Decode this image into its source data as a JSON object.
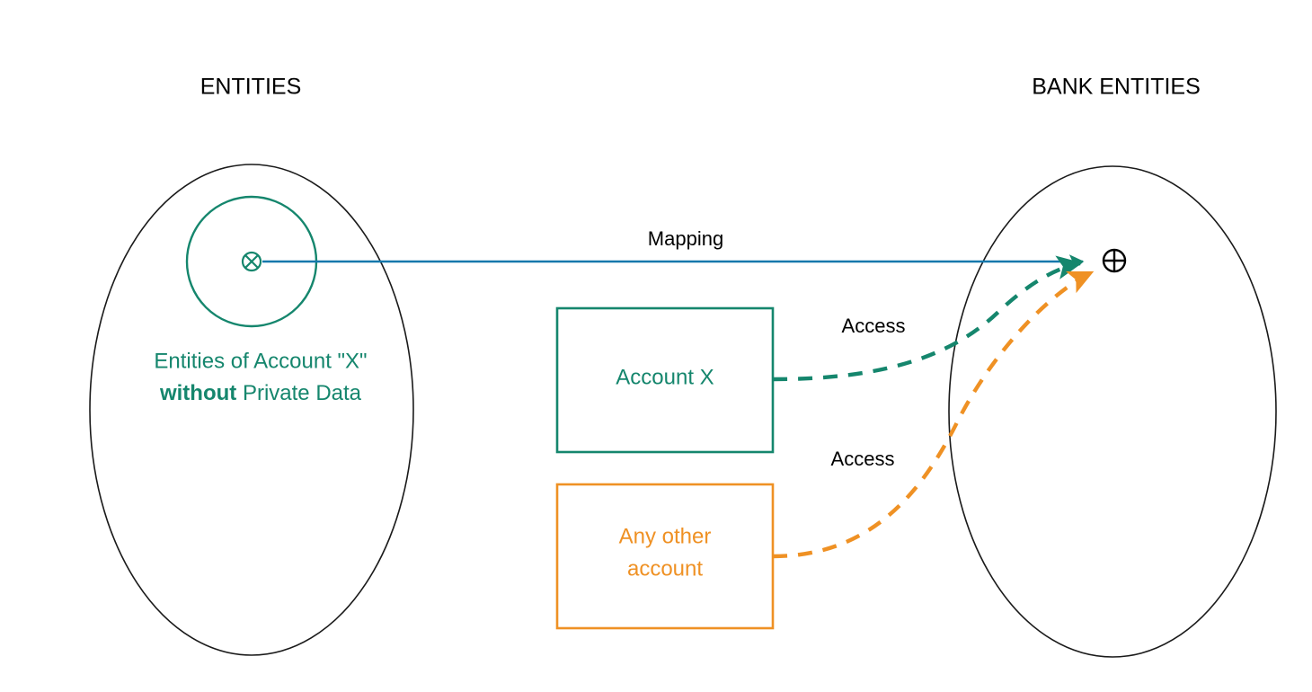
{
  "diagram": {
    "title_left": "ENTITIES",
    "title_right": "BANK ENTITIES",
    "left_group": {
      "label_line1": "Entities of Account \"X\"",
      "label_line2_bold": "without",
      "label_line2_rest": " Private Data",
      "inner_symbol": "circled-times",
      "color": "#15866d",
      "outline_color": "#1a1a1a"
    },
    "right_group": {
      "target_symbol": "circled-plus",
      "outline_color": "#1a1a1a",
      "symbol_color": "#000000"
    },
    "nodes": [
      {
        "id": "account-x",
        "label": "Account X",
        "color": "#15866d"
      },
      {
        "id": "any-other-account",
        "label_line1": "Any other",
        "label_line2": "account",
        "color": "#ef9124"
      }
    ],
    "edges": [
      {
        "id": "mapping-edge",
        "label": "Mapping",
        "style": "solid",
        "color": "#1478ac",
        "arrow_color": "#15866d"
      },
      {
        "id": "access-edge-teal",
        "label": "Access",
        "style": "dashed",
        "color": "#15866d"
      },
      {
        "id": "access-edge-orange",
        "label": "Access",
        "style": "dashed",
        "color": "#ef9124"
      }
    ]
  }
}
